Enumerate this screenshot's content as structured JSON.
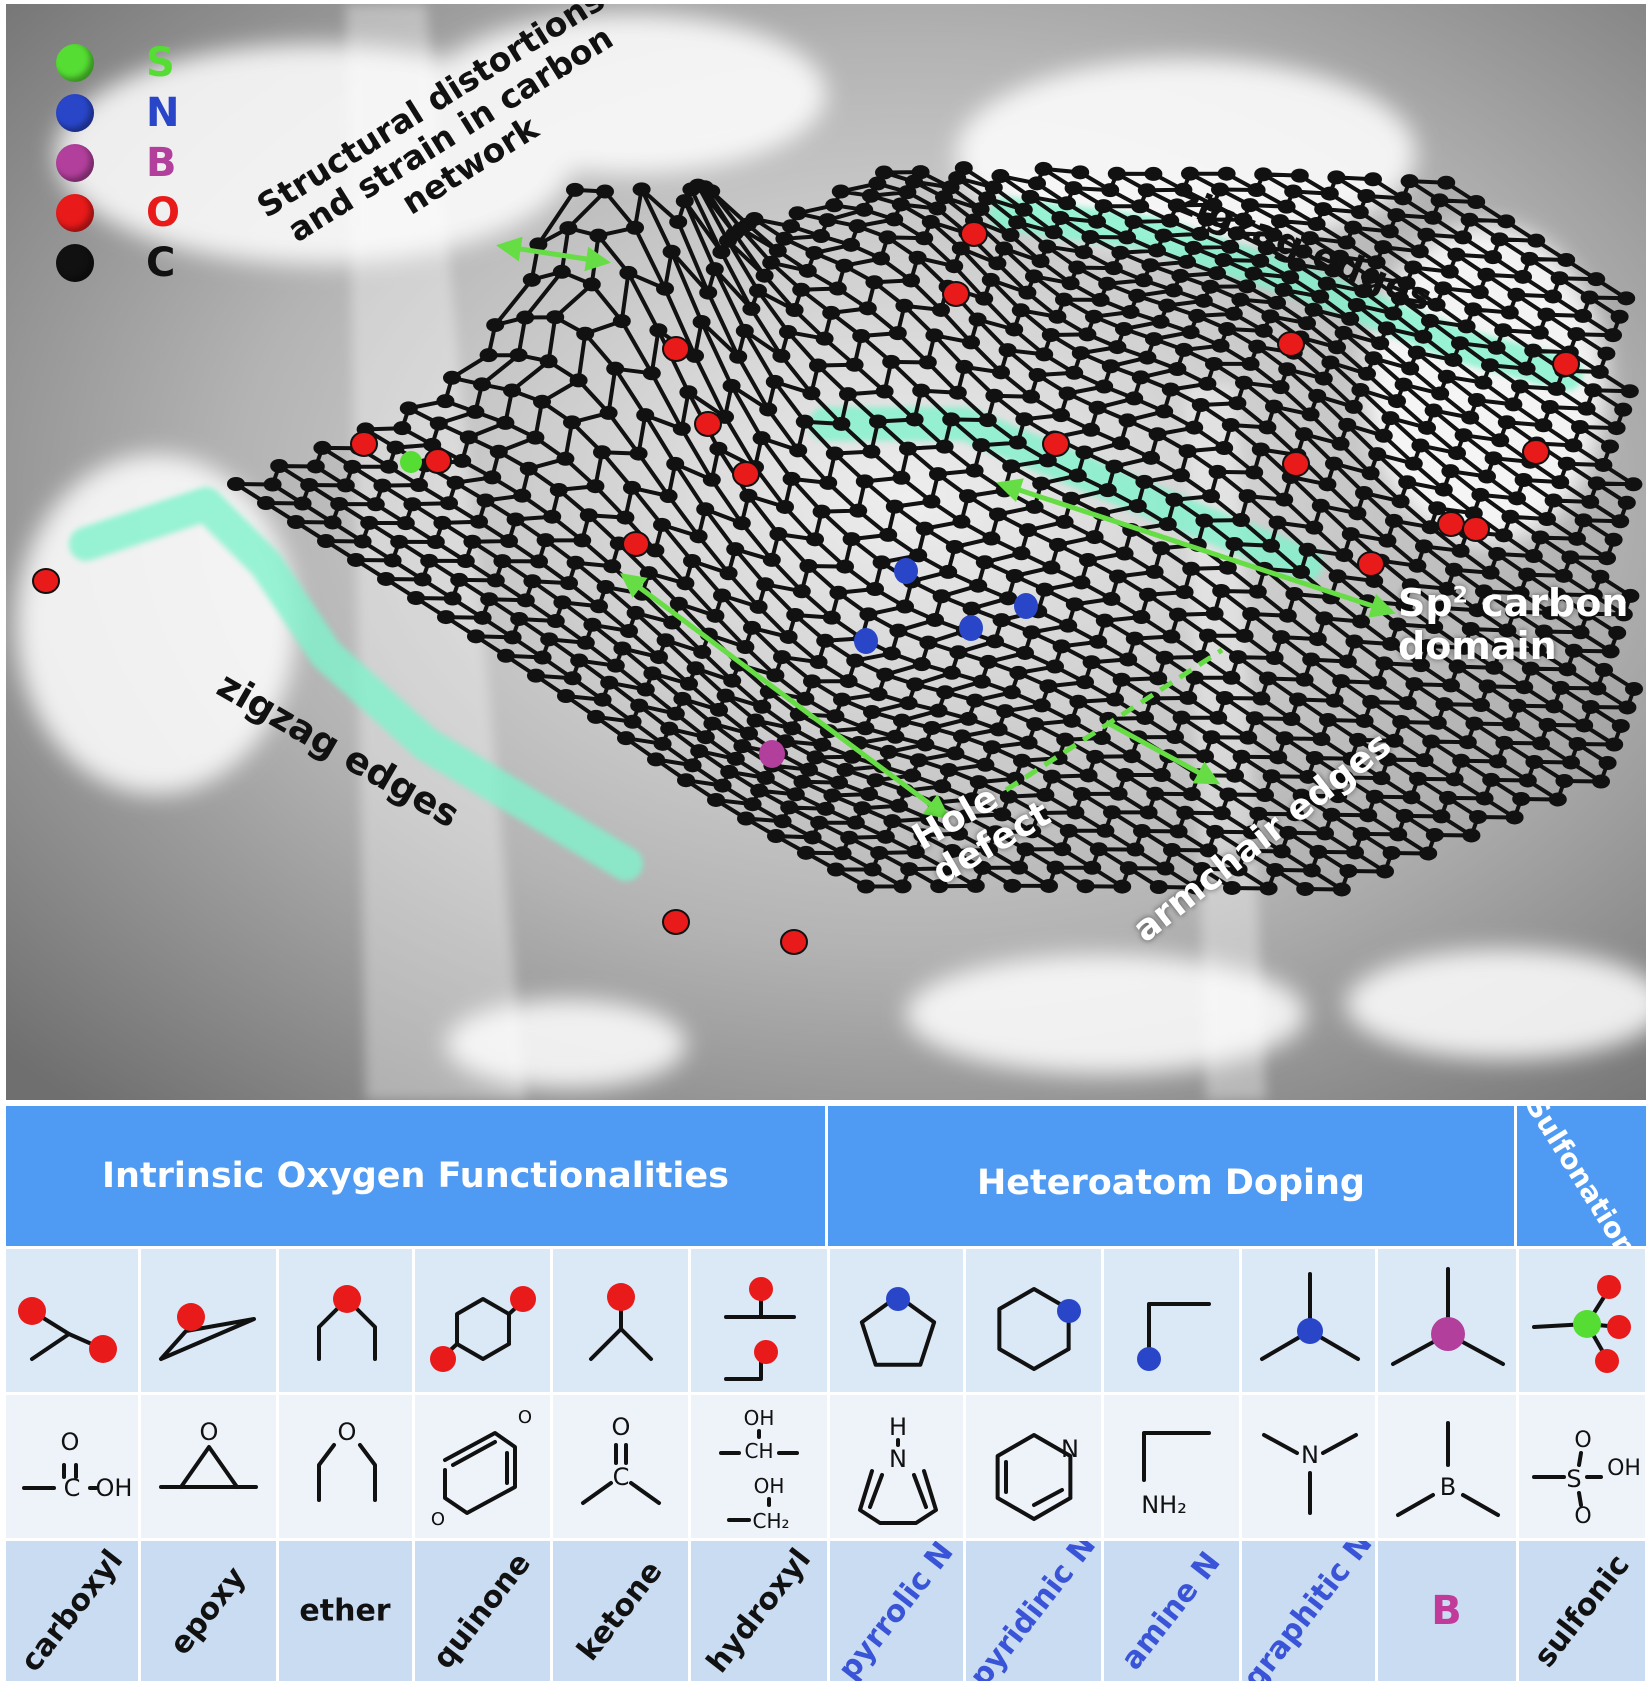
{
  "legend": [
    {
      "letter": "S",
      "color": "#55dd33"
    },
    {
      "letter": "N",
      "color": "#2946c9"
    },
    {
      "letter": "B",
      "color": "#b23f9c"
    },
    {
      "letter": "O",
      "color": "#e81a1a"
    },
    {
      "letter": "C",
      "color": "#111111"
    }
  ],
  "annotations": {
    "structural": [
      "Structural distortions",
      "and strain in carbon",
      "network"
    ],
    "zigzag_top": "zigzag edges",
    "zigzag_left": "zigzag edges",
    "sp2": {
      "main": "Sp",
      "sup": "2",
      "line1_rest": " carbon",
      "line2": "domain"
    },
    "hole_defect": [
      "Hole",
      "defect"
    ],
    "armchair": "armchair edges"
  },
  "table": {
    "headers": {
      "oxygen": "Intrinsic Oxygen Functionalities",
      "heteroatom": "Heteroatom Doping",
      "sulfonation": "Sulfonation"
    },
    "labels": [
      {
        "id": "carboxyl",
        "text": "carboxyl",
        "color": "dark"
      },
      {
        "id": "epoxy",
        "text": "epoxy",
        "color": "dark"
      },
      {
        "id": "ether",
        "text": "ether",
        "color": "dark"
      },
      {
        "id": "quinone",
        "text": "quinone",
        "color": "dark"
      },
      {
        "id": "ketone",
        "text": "ketone",
        "color": "dark"
      },
      {
        "id": "hydroxyl",
        "text": "hydroxyl",
        "color": "dark"
      },
      {
        "id": "pyrrolic",
        "text": "pyrrolic N",
        "color": "blue"
      },
      {
        "id": "pyridinic",
        "text": "pyridinic N",
        "color": "blue"
      },
      {
        "id": "amine",
        "text": "amine N",
        "color": "blue"
      },
      {
        "id": "graphitic",
        "text": "graphitic N",
        "color": "blue"
      },
      {
        "id": "boron",
        "text": "B",
        "color": "pink"
      },
      {
        "id": "sulfonic",
        "text": "sulfonic",
        "color": "dark"
      }
    ],
    "formula_text": {
      "O": "O",
      "OH": "OH",
      "C": "C",
      "CH": "CH",
      "CH2": "CH₂",
      "N": "N",
      "H": "H",
      "NH2": "NH₂",
      "B": "B",
      "S": "S"
    }
  },
  "colors": {
    "oxygen": "#e81a1a",
    "nitrogen": "#2946c9",
    "boron": "#b23f9c",
    "sulfur": "#55dd33",
    "carbon": "#111111",
    "header_blue": "#4f9af2",
    "arrow_green": "#66dd44",
    "glow_edge": "#7ff2cc"
  }
}
